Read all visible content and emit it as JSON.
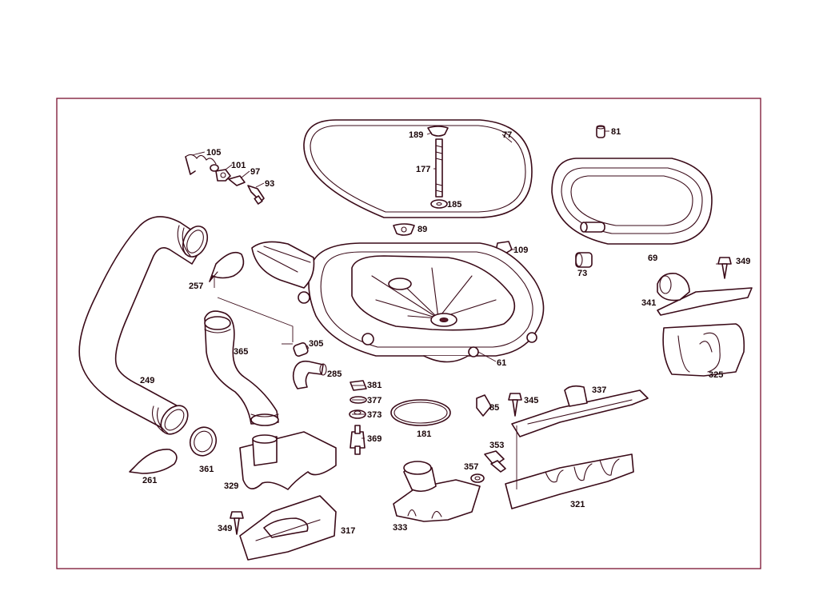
{
  "diagram": {
    "title": "",
    "frame_color": "#7a1030",
    "line_color": "#3a0a18",
    "callouts": [
      {
        "id": "c105",
        "text": "105"
      },
      {
        "id": "c101",
        "text": "101"
      },
      {
        "id": "c97",
        "text": "97"
      },
      {
        "id": "c93",
        "text": "93"
      },
      {
        "id": "c189",
        "text": "189"
      },
      {
        "id": "c77",
        "text": "77"
      },
      {
        "id": "c177",
        "text": "177"
      },
      {
        "id": "c185",
        "text": "185"
      },
      {
        "id": "c89",
        "text": "89"
      },
      {
        "id": "c81",
        "text": "81"
      },
      {
        "id": "c69",
        "text": "69"
      },
      {
        "id": "c109",
        "text": "109"
      },
      {
        "id": "c73",
        "text": "73"
      },
      {
        "id": "c349a",
        "text": "349"
      },
      {
        "id": "c341",
        "text": "341"
      },
      {
        "id": "c325",
        "text": "325"
      },
      {
        "id": "c257",
        "text": "257"
      },
      {
        "id": "c365",
        "text": "365"
      },
      {
        "id": "c305",
        "text": "305"
      },
      {
        "id": "c285",
        "text": "285"
      },
      {
        "id": "c61",
        "text": "61"
      },
      {
        "id": "c249",
        "text": "249"
      },
      {
        "id": "c381",
        "text": "381"
      },
      {
        "id": "c377",
        "text": "377"
      },
      {
        "id": "c373",
        "text": "373"
      },
      {
        "id": "c369",
        "text": "369"
      },
      {
        "id": "c181",
        "text": "181"
      },
      {
        "id": "c85",
        "text": "85"
      },
      {
        "id": "c345",
        "text": "345"
      },
      {
        "id": "c337",
        "text": "337"
      },
      {
        "id": "c353",
        "text": "353"
      },
      {
        "id": "c357",
        "text": "357"
      },
      {
        "id": "c321",
        "text": "321"
      },
      {
        "id": "c261",
        "text": "261"
      },
      {
        "id": "c361",
        "text": "361"
      },
      {
        "id": "c329",
        "text": "329"
      },
      {
        "id": "c349b",
        "text": "349"
      },
      {
        "id": "c317",
        "text": "317"
      },
      {
        "id": "c333",
        "text": "333"
      }
    ]
  }
}
